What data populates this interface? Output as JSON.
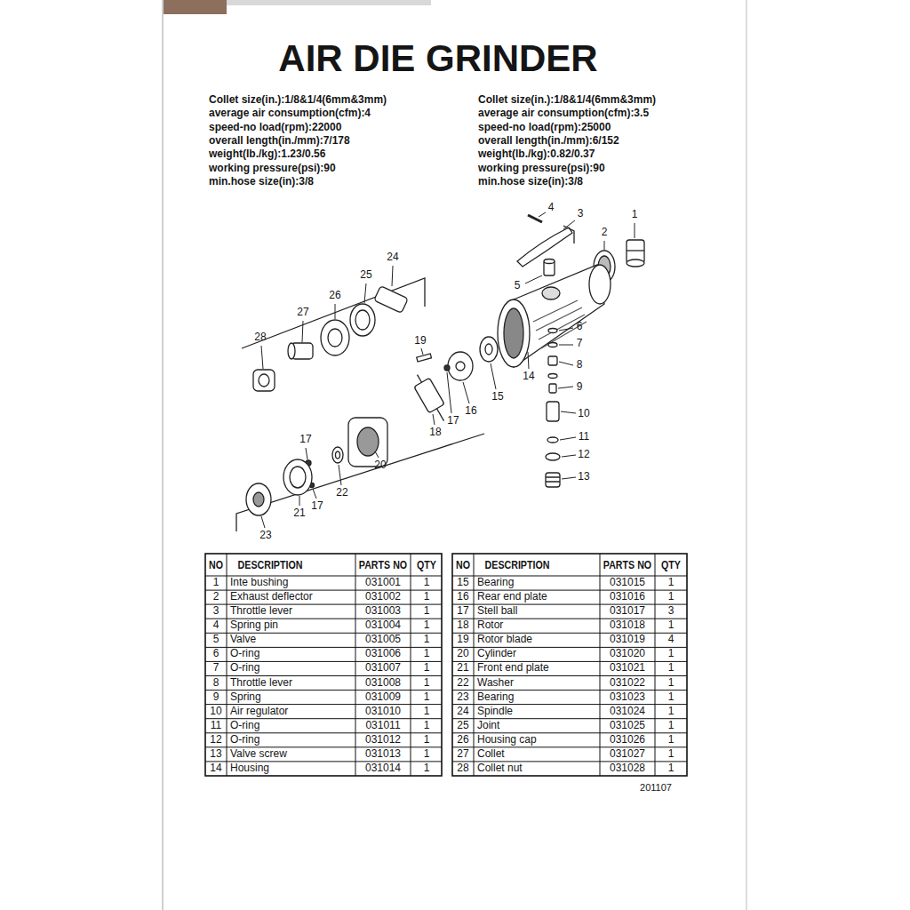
{
  "diagram": {
    "title": "AIR DIE GRINDER",
    "labels": [
      "Collet size(in.):1/8&1/4(6mm&3mm)",
      "average air consumption(cfm):4",
      "speed-no load(rpm):22000",
      "overall length(in./mm):7/178",
      "weight(lb./kg):1.23/0.56",
      "working pressure(psi):90",
      "min.hose size(in):3/8",
      "Collet size(in.):1/8&1/4(6mm&3mm)",
      "average air consumption(cfm):3.5",
      "speed-no load(rpm):25000",
      "overall length(in./mm):6/152",
      "weight(lb./kg):0.82/0.37",
      "working pressure(psi):90",
      "min.hose size(in):3/8",
      "1",
      "2",
      "3",
      "4",
      "5",
      "6",
      "7",
      "8",
      "9",
      "10",
      "11",
      "12",
      "13",
      "14",
      "15",
      "16",
      "17",
      "18",
      "19",
      "20",
      "21",
      "22",
      "23",
      "24",
      "25",
      "26",
      "27",
      "28",
      "17",
      "17",
      "NO",
      "DESCRIPTION",
      "PARTS NO",
      "QTY",
      "NO",
      "DESCRIPTION",
      "PARTS NO",
      "QTY",
      "1",
      "Inte bushing",
      "031001",
      "1",
      "2",
      "Exhaust deflector",
      "031002",
      "1",
      "3",
      "Throttle lever",
      "031003",
      "1",
      "4",
      "Spring pin",
      "031004",
      "1",
      "5",
      "Valve",
      "031005",
      "1",
      "6",
      "O-ring",
      "031006",
      "1",
      "7",
      "O-ring",
      "031007",
      "1",
      "8",
      "Throttle lever",
      "031008",
      "1",
      "9",
      "Spring",
      "031009",
      "1",
      "10",
      "Air regulator",
      "031010",
      "1",
      "11",
      "O-ring",
      "031011",
      "1",
      "12",
      "O-ring",
      "031012",
      "1",
      "13",
      "Valve screw",
      "031013",
      "1",
      "14",
      "Housing",
      "031014",
      "1",
      "15",
      "Bearing",
      "031015",
      "1",
      "16",
      "Rear end plate",
      "031016",
      "1",
      "17",
      "Stell ball",
      "031017",
      "3",
      "18",
      "Rotor",
      "031018",
      "1",
      "19",
      "Rotor blade",
      "031019",
      "4",
      "20",
      "Cylinder",
      "031020",
      "1",
      "21",
      "Front end plate",
      "031021",
      "1",
      "22",
      "Washer",
      "031022",
      "1",
      "23",
      "Bearing",
      "031023",
      "1",
      "24",
      "Spindle",
      "031024",
      "1",
      "25",
      "Joint",
      "031025",
      "1",
      "26",
      "Housing cap",
      "031026",
      "1",
      "27",
      "Collet",
      "031027",
      "1",
      "28",
      "Collet nut",
      "031028",
      "1",
      "201107"
    ]
  }
}
